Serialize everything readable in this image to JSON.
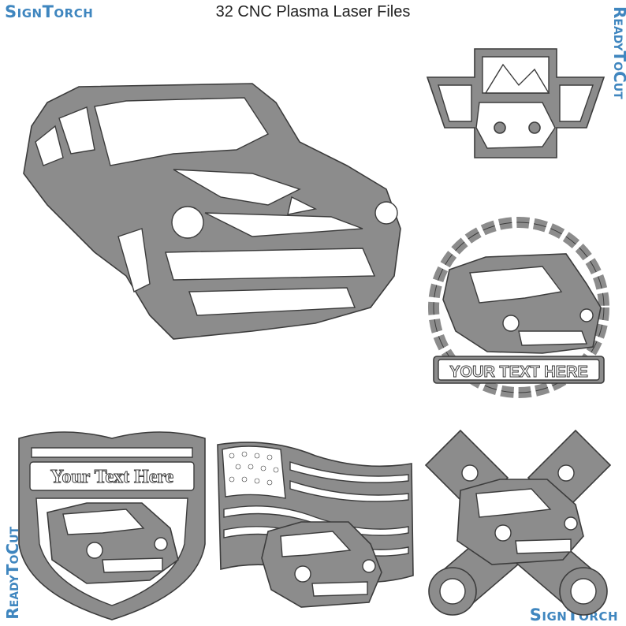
{
  "header": {
    "brand_top_left": "SignTorch",
    "title": "32 CNC Plasma Laser Files",
    "brand_bottom_right": "SignTorch",
    "vertical_right": "ReadyToCut",
    "vertical_left": "ReadyToCut"
  },
  "designs": {
    "chain_badge_text": "YOUR TEXT HERE",
    "shield_sign_text": "Your Text Here"
  },
  "colors": {
    "brand": "#3f86bf",
    "metal": "#8c8c8c",
    "outline": "#3c3c3c"
  }
}
